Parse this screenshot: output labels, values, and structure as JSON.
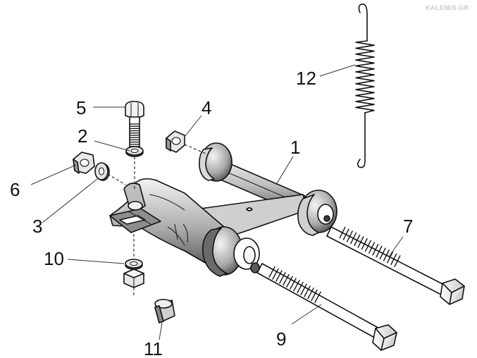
{
  "watermark": "KALEMIS.GR",
  "callouts": [
    {
      "id": "1",
      "text": "1"
    },
    {
      "id": "2",
      "text": "2"
    },
    {
      "id": "3",
      "text": "3"
    },
    {
      "id": "4",
      "text": "4"
    },
    {
      "id": "5",
      "text": "5"
    },
    {
      "id": "6",
      "text": "6"
    },
    {
      "id": "7",
      "text": "7"
    },
    {
      "id": "9",
      "text": "9"
    },
    {
      "id": "10",
      "text": "10"
    },
    {
      "id": "11",
      "text": "11"
    },
    {
      "id": "12",
      "text": "12"
    }
  ]
}
